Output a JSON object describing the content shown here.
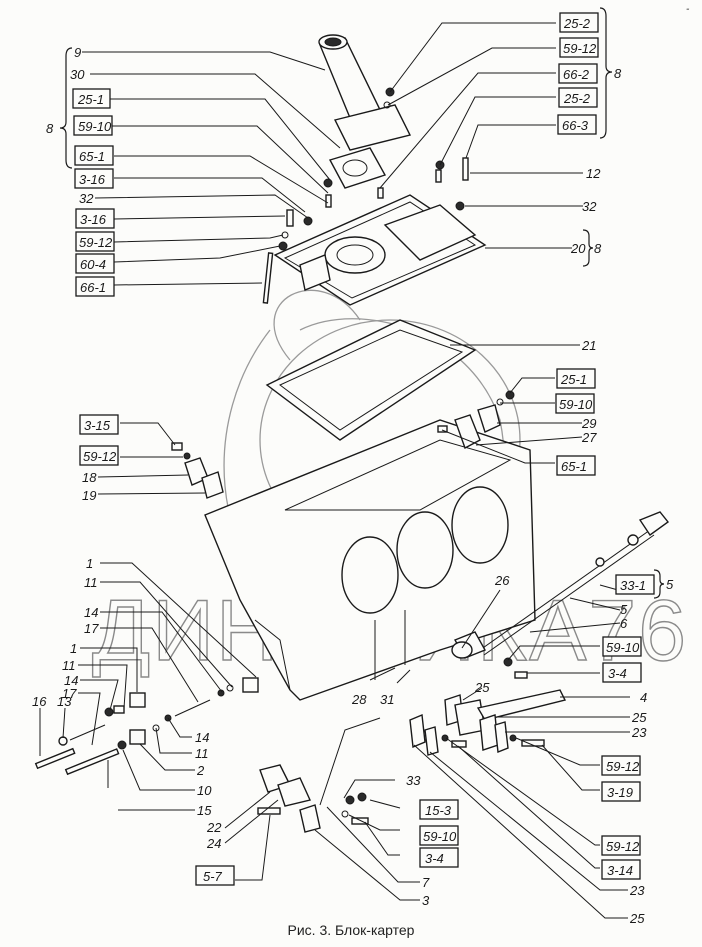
{
  "figure": {
    "caption": "Рис. 3. Блок-картер",
    "watermark": "ДИНАМИКА76",
    "corner_mark": "-"
  },
  "callouts": {
    "left_top": [
      {
        "id": "9",
        "boxed": false
      },
      {
        "id": "30",
        "boxed": false
      },
      {
        "id": "25-1",
        "boxed": true
      },
      {
        "id": "59-10",
        "boxed": true
      },
      {
        "id": "65-1",
        "boxed": true
      },
      {
        "id": "3-16",
        "boxed": true
      },
      {
        "id": "32",
        "boxed": false
      },
      {
        "id": "3-16",
        "boxed": true
      },
      {
        "id": "59-12",
        "boxed": true
      },
      {
        "id": "60-4",
        "boxed": true
      },
      {
        "id": "66-1",
        "boxed": true
      }
    ],
    "left_top_group_label": "8",
    "right_top": [
      {
        "id": "25-2",
        "boxed": true
      },
      {
        "id": "59-12",
        "boxed": true
      },
      {
        "id": "66-2",
        "boxed": true
      },
      {
        "id": "25-2",
        "boxed": true
      },
      {
        "id": "66-3",
        "boxed": true
      },
      {
        "id": "12",
        "boxed": false
      },
      {
        "id": "32",
        "boxed": false
      },
      {
        "id": "20",
        "boxed": false
      }
    ],
    "right_top_group_label": "8",
    "cover_group_label": "8",
    "right_middle": [
      {
        "id": "21",
        "boxed": false
      },
      {
        "id": "25-1",
        "boxed": true
      },
      {
        "id": "59-10",
        "boxed": true
      },
      {
        "id": "29",
        "boxed": false
      },
      {
        "id": "27",
        "boxed": false
      },
      {
        "id": "65-1",
        "boxed": true
      }
    ],
    "left_middle": [
      {
        "id": "3-15",
        "boxed": true
      },
      {
        "id": "59-12",
        "boxed": true
      },
      {
        "id": "18",
        "boxed": false
      },
      {
        "id": "19",
        "boxed": false
      }
    ],
    "dipstick": [
      {
        "id": "26",
        "boxed": false
      },
      {
        "id": "33-1",
        "boxed": true
      },
      {
        "id": "5",
        "boxed": false
      },
      {
        "id": "6",
        "boxed": false
      },
      {
        "id": "59-10",
        "boxed": true
      },
      {
        "id": "3-4",
        "boxed": true
      }
    ],
    "dipstick_group_label": "5",
    "left_linkage": [
      {
        "id": "1",
        "boxed": false
      },
      {
        "id": "11",
        "boxed": false
      },
      {
        "id": "14",
        "boxed": false
      },
      {
        "id": "17",
        "boxed": false
      },
      {
        "id": "1",
        "boxed": false
      },
      {
        "id": "11",
        "boxed": false
      },
      {
        "id": "14",
        "boxed": false
      },
      {
        "id": "17",
        "boxed": false
      },
      {
        "id": "16",
        "boxed": false
      },
      {
        "id": "13",
        "boxed": false
      },
      {
        "id": "14",
        "boxed": false
      },
      {
        "id": "11",
        "boxed": false
      },
      {
        "id": "2",
        "boxed": false
      },
      {
        "id": "10",
        "boxed": false
      },
      {
        "id": "15",
        "boxed": false
      }
    ],
    "bottom_center": [
      {
        "id": "28",
        "boxed": false
      },
      {
        "id": "31",
        "boxed": false
      },
      {
        "id": "22",
        "boxed": false
      },
      {
        "id": "24",
        "boxed": false
      },
      {
        "id": "5-7",
        "boxed": true
      },
      {
        "id": "33",
        "boxed": false
      },
      {
        "id": "15-3",
        "boxed": true
      },
      {
        "id": "59-10",
        "boxed": true
      },
      {
        "id": "3-4",
        "boxed": true
      },
      {
        "id": "7",
        "boxed": false
      },
      {
        "id": "3",
        "boxed": false
      }
    ],
    "bottom_right": [
      {
        "id": "25",
        "boxed": false
      },
      {
        "id": "4",
        "boxed": false
      },
      {
        "id": "25",
        "boxed": false
      },
      {
        "id": "23",
        "boxed": false
      },
      {
        "id": "59-12",
        "boxed": true
      },
      {
        "id": "3-19",
        "boxed": true
      },
      {
        "id": "59-12",
        "boxed": true
      },
      {
        "id": "3-14",
        "boxed": true
      },
      {
        "id": "23",
        "boxed": false
      },
      {
        "id": "25",
        "boxed": false
      }
    ]
  }
}
